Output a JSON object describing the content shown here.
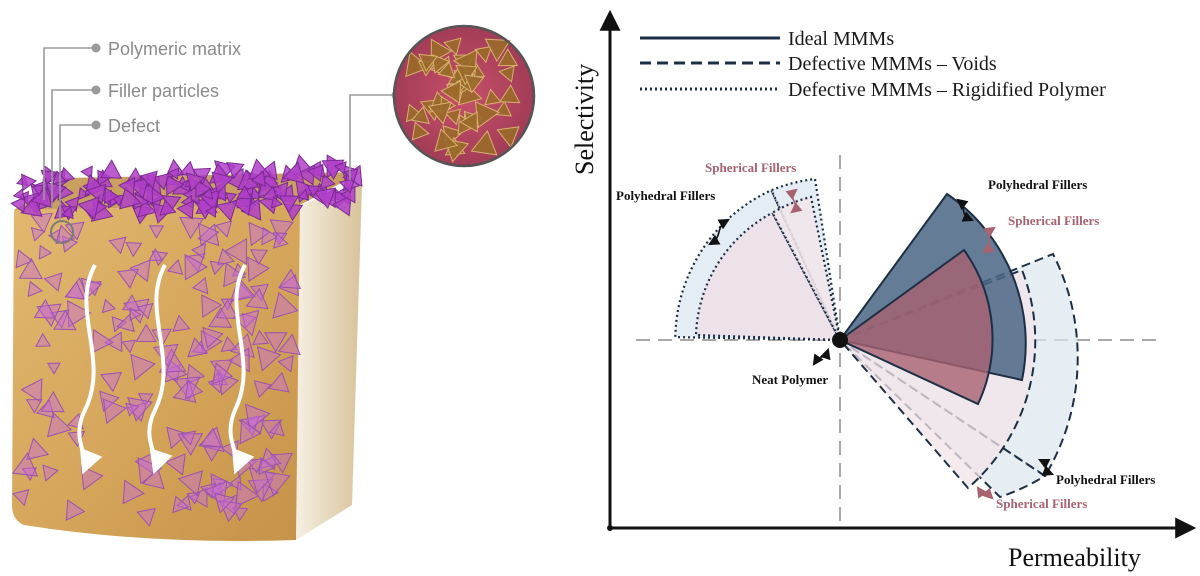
{
  "left_panel": {
    "callouts": {
      "matrix": "Polymeric matrix",
      "filler": "Filler particles",
      "defect": "Defect"
    }
  },
  "legend": {
    "ideal": "Ideal MMMs",
    "voids": "Defective MMMs – Voids",
    "rigid": "Defective MMMs – Rigidified Polymer"
  },
  "axes": {
    "y_title": "Selectivity",
    "x_title": "Permeability"
  },
  "labels": {
    "neat": "Neat Polymer",
    "rigid_poly": "Polyhedral Fillers",
    "rigid_sph": "Spherical Fillers",
    "ideal_poly": "Polyhedral Fillers",
    "ideal_sph": "Spherical Fillers",
    "voids_poly": "Polyhedral Fillers",
    "voids_sph": "Spherical Fillers"
  },
  "colors": {
    "navy": "#4a6585",
    "rose": "#a86270",
    "matrix": "#d8a860",
    "filler": "#c86ad8",
    "cap": "#b040c8"
  }
}
